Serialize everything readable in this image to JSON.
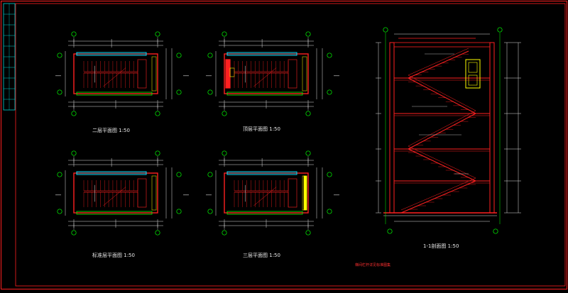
{
  "drawing": {
    "title_block_cells": 10,
    "colors": {
      "background": "#000000",
      "frame": "#ff2020",
      "title_block": "#00d0d0",
      "wall": "#ff2020",
      "window": "#00e0ff",
      "grid_bubble": "#00ff00",
      "dimension": "#e0e0e0",
      "accent": "#ffff00"
    }
  },
  "plans": [
    {
      "id": "plan-1",
      "title": "二层平面图",
      "scale": "1:50"
    },
    {
      "id": "plan-2",
      "title": "顶层平面图",
      "scale": "1:50"
    },
    {
      "id": "plan-3",
      "title": "标准层平面图",
      "scale": "1:50"
    },
    {
      "id": "plan-4",
      "title": "三层平面图",
      "scale": "1:50"
    }
  ],
  "section": {
    "title": "1-1剖面图",
    "scale": "1:50"
  },
  "footnote": "梯间栏杆详见标准图集"
}
